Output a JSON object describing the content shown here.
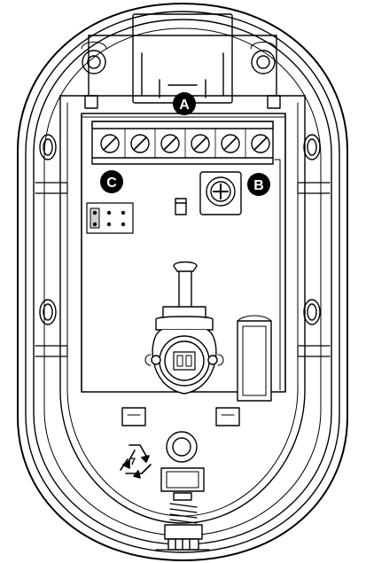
{
  "markers": {
    "a": "A",
    "b": "B",
    "c": "C"
  },
  "recycle_symbol": {
    "code": "7"
  },
  "terminal_block": {
    "screw_count": 6
  },
  "jumper_header": {
    "pin_columns": 3,
    "pin_rows": 2
  },
  "colors": {
    "line": "#000000",
    "fill": "#ffffff",
    "shade": "#d8d8d8",
    "marker": "#000000"
  }
}
